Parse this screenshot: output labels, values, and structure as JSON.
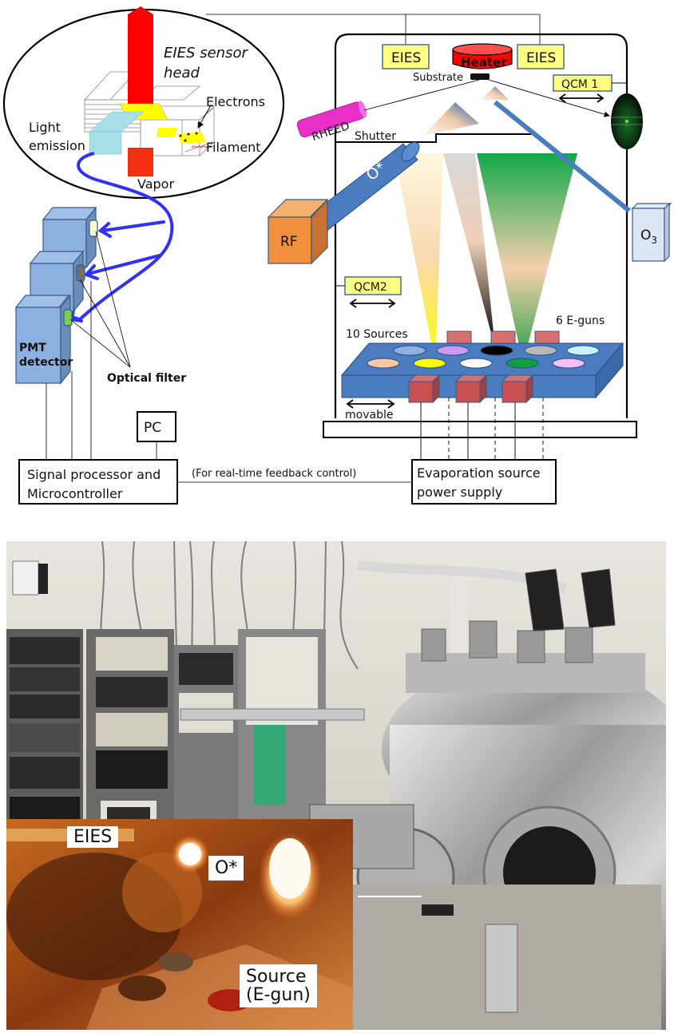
{
  "diagram": {
    "inset": {
      "sensor_head_label_1": "EIES sensor",
      "sensor_head_label_2": "head",
      "electrons": "Electrons",
      "light_emission_1": "Light",
      "light_emission_2": "emission",
      "filament": "Filament",
      "vapor": "Vapor"
    },
    "detector": {
      "pmt_1": "PMT",
      "pmt_2": "detector",
      "optical_filter": "Optical filter",
      "filter_colors": [
        "#fff8c8",
        "#707070",
        "#7ad04a"
      ]
    },
    "control": {
      "pc": "PC",
      "signal_processor_1": "Signal processor and",
      "signal_processor_2": "Microcontroller",
      "feedback": "(For real-time feedback control)",
      "power_supply_1": "Evaporation source",
      "power_supply_2": "power supply"
    },
    "chamber": {
      "eies_left": "EIES",
      "eies_right": "EIES",
      "heater": "Heater",
      "substrate": "Substrate",
      "qcm1": "QCM 1",
      "rheed": "RHEED",
      "shutter": "Shutter",
      "oxygen_radical": "O*",
      "rf": "RF",
      "ozone": "O3",
      "qcm2": "QCM2",
      "sources": "10 Sources",
      "eguns": "6 E-guns",
      "movable": "movable",
      "crucible_colors": [
        "#8fb0e0",
        "#c89af0",
        "#000000",
        "#b8b8b8",
        "#c8f4f8",
        "#f8c8a0",
        "#ffff00",
        "#ffffff",
        "#10a040",
        "#f8c0f0"
      ]
    },
    "colors": {
      "label_yellow": "#ffff80",
      "heater_red": "#ff0000",
      "rheed_magenta": "#e830c8",
      "rf_orange": "#f0903c",
      "stage_blue": "#4a7cc0",
      "egun_red": "#c85050",
      "fiber_blue": "#3030ff"
    }
  },
  "photo": {
    "inset_labels": {
      "eies": "EIES",
      "oxygen_radical": "O*",
      "source_1": "Source",
      "source_2": "(E-gun)"
    }
  }
}
